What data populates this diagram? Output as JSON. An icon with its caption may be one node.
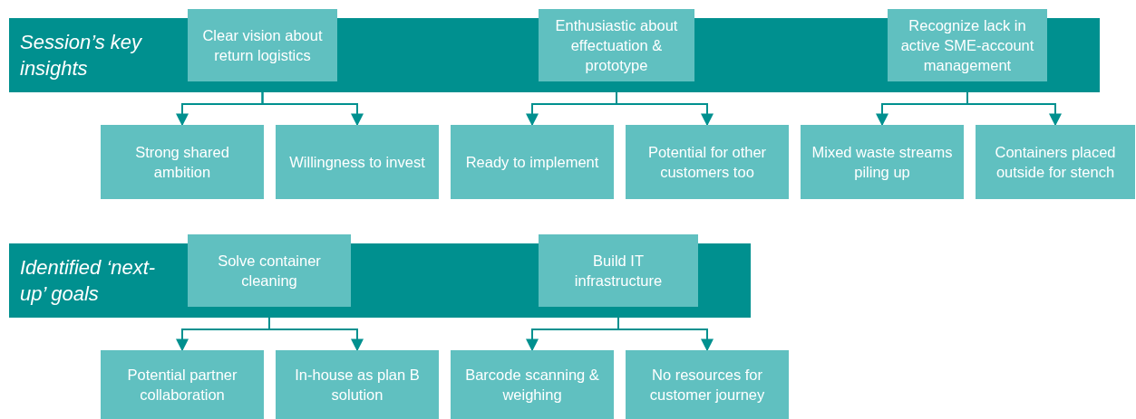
{
  "diagram": {
    "nodes": [
      {
        "text": [
          "Session’s key insights"
        ]
      },
      {
        "text": [
          "Clear vision about return logistics"
        ]
      },
      {
        "text": [
          "Enthusiastic about effectuation & prototype"
        ]
      },
      {
        "text": [
          "Recognize lack in active SME-account management"
        ]
      },
      {
        "text": [
          "Strong shared ambition"
        ]
      },
      {
        "text": [
          "Willingness to invest"
        ]
      },
      {
        "text": [
          "Ready to implement"
        ]
      },
      {
        "text": [
          "Potential for other customers too"
        ]
      },
      {
        "text": [
          "Mixed waste streams piling up"
        ]
      },
      {
        "text": [
          "Containers placed outside for stench"
        ]
      },
      {
        "text": [
          "Identified ‘next-up’ goals"
        ]
      },
      {
        "text": [
          "Solve container cleaning"
        ]
      },
      {
        "text": [
          "Build IT infrastructure"
        ]
      },
      {
        "text": [
          "Potential partner collaboration"
        ]
      },
      {
        "text": [
          "In-house as plan B solution"
        ]
      },
      {
        "text": [
          "Barcode scanning & weighing"
        ]
      },
      {
        "text": [
          "No resources for customer journey"
        ]
      }
    ],
    "edges": [
      {
        "from": 1,
        "to": 4,
        "arrow": "to"
      },
      {
        "from": 1,
        "to": 5,
        "arrow": "to"
      },
      {
        "from": 2,
        "to": 6,
        "arrow": "to"
      },
      {
        "from": 2,
        "to": 7,
        "arrow": "to"
      },
      {
        "from": 3,
        "to": 8,
        "arrow": "to"
      },
      {
        "from": 3,
        "to": 9,
        "arrow": "to"
      },
      {
        "from": 11,
        "to": 13,
        "arrow": "to"
      },
      {
        "from": 11,
        "to": 14,
        "arrow": "to"
      },
      {
        "from": 12,
        "to": 15,
        "arrow": "to"
      },
      {
        "from": 12,
        "to": 16,
        "arrow": "to"
      }
    ]
  }
}
